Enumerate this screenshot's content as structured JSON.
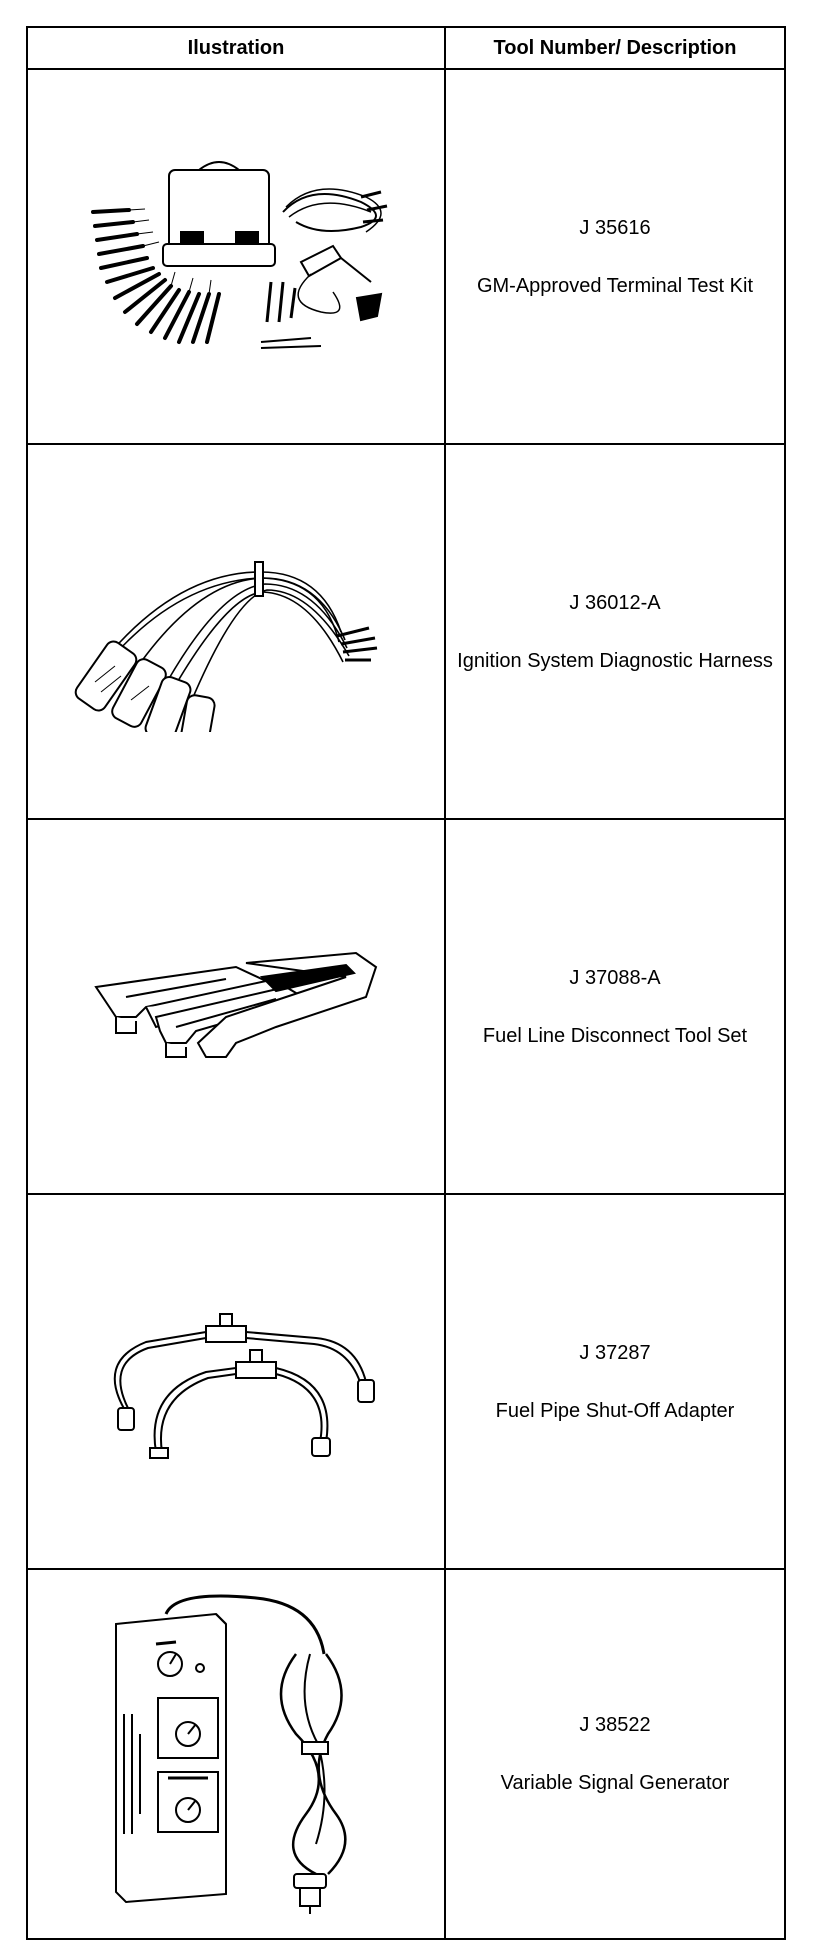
{
  "table": {
    "headers": {
      "illustration": "Ilustration",
      "tool": "Tool Number/ Description"
    },
    "rows": [
      {
        "tool_number": "J 35616",
        "description": "GM-Approved Terminal Test Kit",
        "illustration": "terminal-test-kit-illustration"
      },
      {
        "tool_number": "J 36012-A",
        "description": "Ignition System Diagnostic Harness",
        "illustration": "diagnostic-harness-illustration"
      },
      {
        "tool_number": "J 37088-A",
        "description": "Fuel Line Disconnect Tool Set",
        "illustration": "disconnect-tool-set-illustration"
      },
      {
        "tool_number": "J 37287",
        "description": "Fuel Pipe Shut-Off Adapter",
        "illustration": "shut-off-adapter-illustration"
      },
      {
        "tool_number": "J 38522",
        "description": "Variable Signal Generator",
        "illustration": "signal-generator-illustration"
      }
    ]
  }
}
